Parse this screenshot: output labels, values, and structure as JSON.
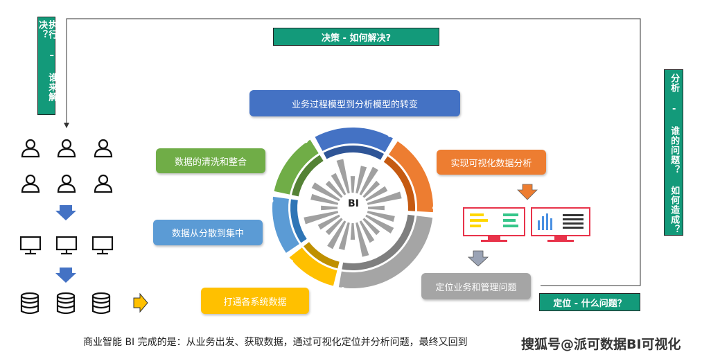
{
  "labels": {
    "execute": "执行 – 谁来解决？",
    "decision": "决策 - 如何解决?",
    "analysis": "分析 - 谁的问题？ 如何造成？",
    "locate": "定位 - 什么问题？"
  },
  "ring": {
    "center": "BI",
    "steps": {
      "transform": "业务过程模型到分析模型的转变",
      "visual": "实现可视化数据分析",
      "problem": "定位业务和管理问题",
      "systems": "打通各系统数据",
      "concentrate": "数据从分散到集中",
      "clean": "数据的清洗和整合"
    },
    "colors": {
      "blue": "#4472c4",
      "orange": "#ed7d31",
      "gray": "#a5a5a5",
      "yellow": "#ffc000",
      "lightblue": "#5b9bd5",
      "green": "#70ad47"
    }
  },
  "caption": "商业智能 BI 完成的是：从业务出发、获取数据，通过可视化定位并分析问题，最终又回到",
  "watermark": "搜狐号@派可数据BI可视化"
}
